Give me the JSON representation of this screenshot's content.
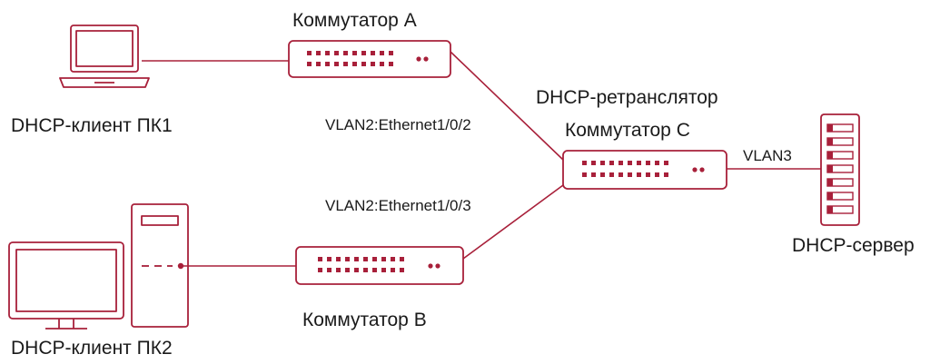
{
  "colors": {
    "accent": "#a8203a",
    "text": "#1a1a1a",
    "background": "#ffffff"
  },
  "nodes": {
    "pc1": {
      "label": "DHCP-клиент ПК1",
      "icon": "laptop-icon"
    },
    "pc2": {
      "label": "DHCP-клиент ПК2",
      "icon": "desktop-pc-icon"
    },
    "switch_a": {
      "label": "Коммутатор А",
      "icon": "switch-icon"
    },
    "switch_b": {
      "label": "Коммутатор В",
      "icon": "switch-icon"
    },
    "switch_c": {
      "role": "DHCP-ретранслятор",
      "label": "Коммутатор С",
      "icon": "switch-icon"
    },
    "server": {
      "label": "DHCP-сервер",
      "icon": "server-icon"
    }
  },
  "links": {
    "a_to_c": "VLAN2:Ethernet1/0/2",
    "b_to_c": "VLAN2:Ethernet1/0/3",
    "c_to_server": "VLAN3"
  }
}
